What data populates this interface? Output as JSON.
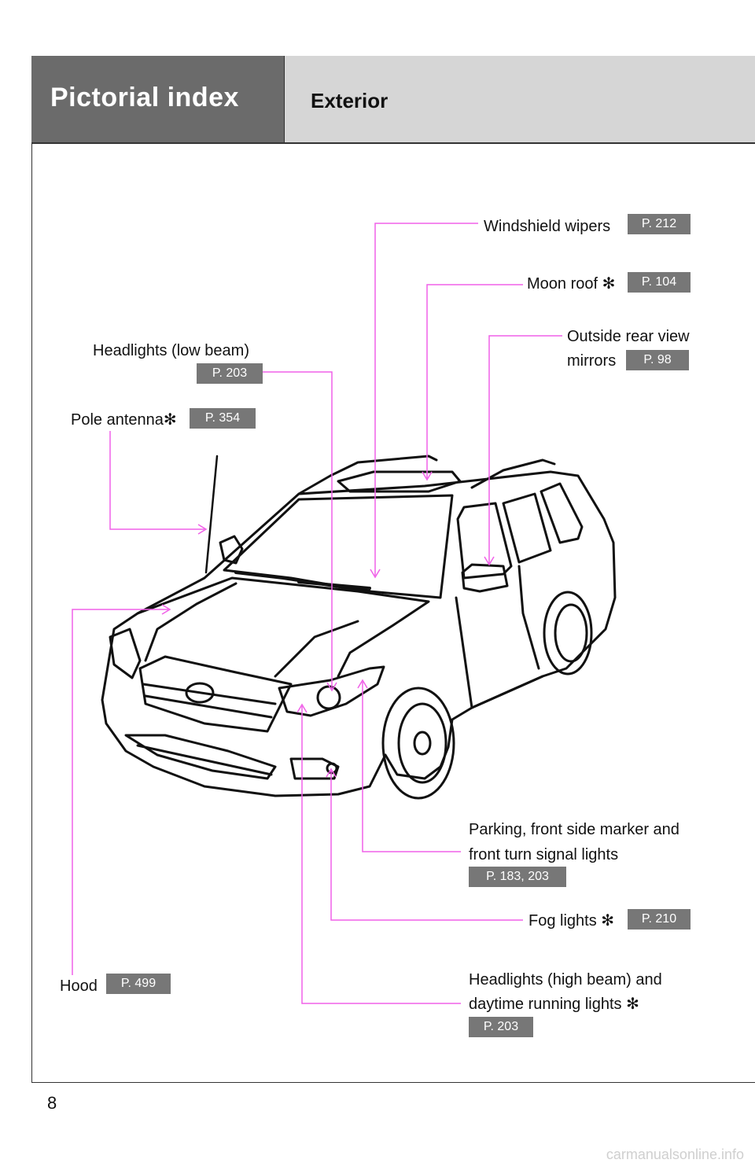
{
  "header": {
    "section": "Pictorial index",
    "subsection": "Exterior"
  },
  "callouts": [
    {
      "id": "windshield-wipers",
      "label": "Windshield wipers",
      "ref": "P. 212"
    },
    {
      "id": "moon-roof",
      "label": "Moon roof",
      "asterisk": "✻",
      "ref": "P. 104"
    },
    {
      "id": "outside-mirrors",
      "label_line1": "Outside rear view",
      "label_line2": "mirrors",
      "ref": "P. 98"
    },
    {
      "id": "headlights-low",
      "label": "Headlights (low beam)",
      "ref": "P. 203"
    },
    {
      "id": "pole-antenna",
      "label": "Pole antenna",
      "asterisk": "✻",
      "ref": "P. 354"
    },
    {
      "id": "parking-lights",
      "label_line1": "Parking, front side marker and",
      "label_line2": "front turn signal lights",
      "ref": "P. 183, 203"
    },
    {
      "id": "fog-lights",
      "label": "Fog lights",
      "asterisk": "✻",
      "ref": "P. 210"
    },
    {
      "id": "hood",
      "label": "Hood",
      "ref": "P. 499"
    },
    {
      "id": "headlights-high",
      "label_line1": "Headlights (high beam) and",
      "label_line2": "daytime running lights",
      "asterisk": "✻",
      "ref": "P. 203"
    }
  ],
  "page_number": "8",
  "watermark": "carmanualsonline.info",
  "colors": {
    "leader": "#f060e8",
    "ref_badge": "#777777",
    "header_dark": "#6b6b6b",
    "header_light": "#d6d6d6"
  }
}
